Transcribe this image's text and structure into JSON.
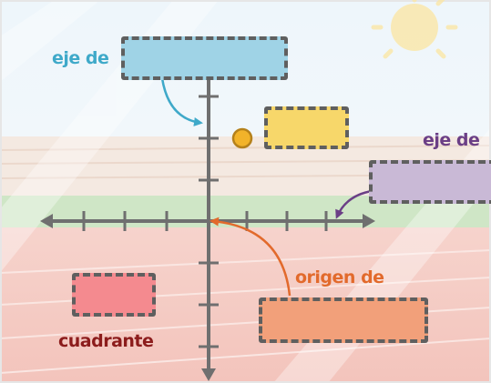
{
  "labels": {
    "y_axis": "eje de",
    "x_axis": "eje de",
    "origin": "origen de",
    "quadrant": "cuadrante"
  },
  "colors": {
    "y_axis_label": "#3fa9c9",
    "x_axis_label": "#6b3f86",
    "origin_label": "#e26a2c",
    "quadrant_label": "#8c1c1c",
    "y_axis_box": "#9fd3e6",
    "point_box": "#f7d76a",
    "x_axis_box": "#c9b9d6",
    "origin_box": "#f2a07a",
    "quadrant_box": "#f48a8f",
    "point": "#f2b32a",
    "axis": "#6f6f6f"
  },
  "icons": [
    "sun-icon",
    "point-marker-icon"
  ]
}
